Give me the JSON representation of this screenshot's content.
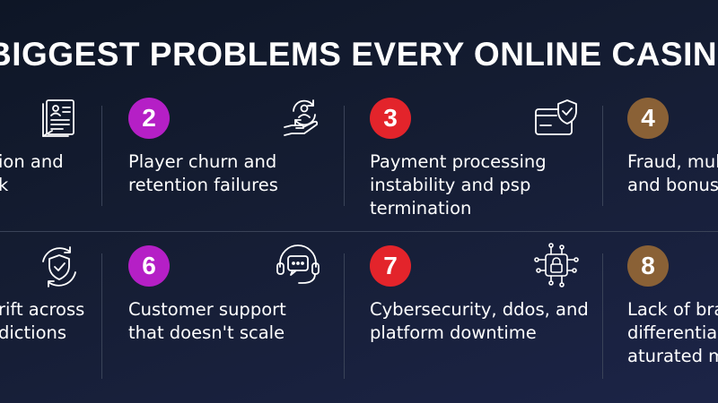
{
  "title": "BIGGEST PROBLEMS EVERY ONLINE CASINO",
  "colors": {
    "background": "#131b30",
    "magenta": "#b51fc6",
    "red": "#e3242b",
    "brown": "#8a6136",
    "divider": "#3a4358"
  },
  "cards": [
    {
      "number": "",
      "lines": [
        "ion and",
        "k"
      ],
      "icon": "document-checklist-icon"
    },
    {
      "number": "2",
      "lines": [
        "Player churn and",
        "retention failures"
      ],
      "icon": "hand-user-refresh-icon"
    },
    {
      "number": "3",
      "lines": [
        "Payment processing",
        "instability and psp",
        "termination"
      ],
      "icon": "card-shield-icon"
    },
    {
      "number": "4",
      "lines": [
        "Fraud, mul",
        "and bonus"
      ],
      "icon": ""
    },
    {
      "number": "",
      "lines": [
        "rift across",
        "dictions"
      ],
      "icon": "shield-cycle-icon"
    },
    {
      "number": "6",
      "lines": [
        "Customer support",
        "that doesn't scale"
      ],
      "icon": "headset-chat-icon"
    },
    {
      "number": "7",
      "lines": [
        "Cybersecurity, ddos, and",
        "platform downtime"
      ],
      "icon": "circuit-lock-icon"
    },
    {
      "number": "8",
      "lines": [
        "Lack of bra",
        "differentia",
        "aturated m"
      ],
      "icon": ""
    }
  ]
}
